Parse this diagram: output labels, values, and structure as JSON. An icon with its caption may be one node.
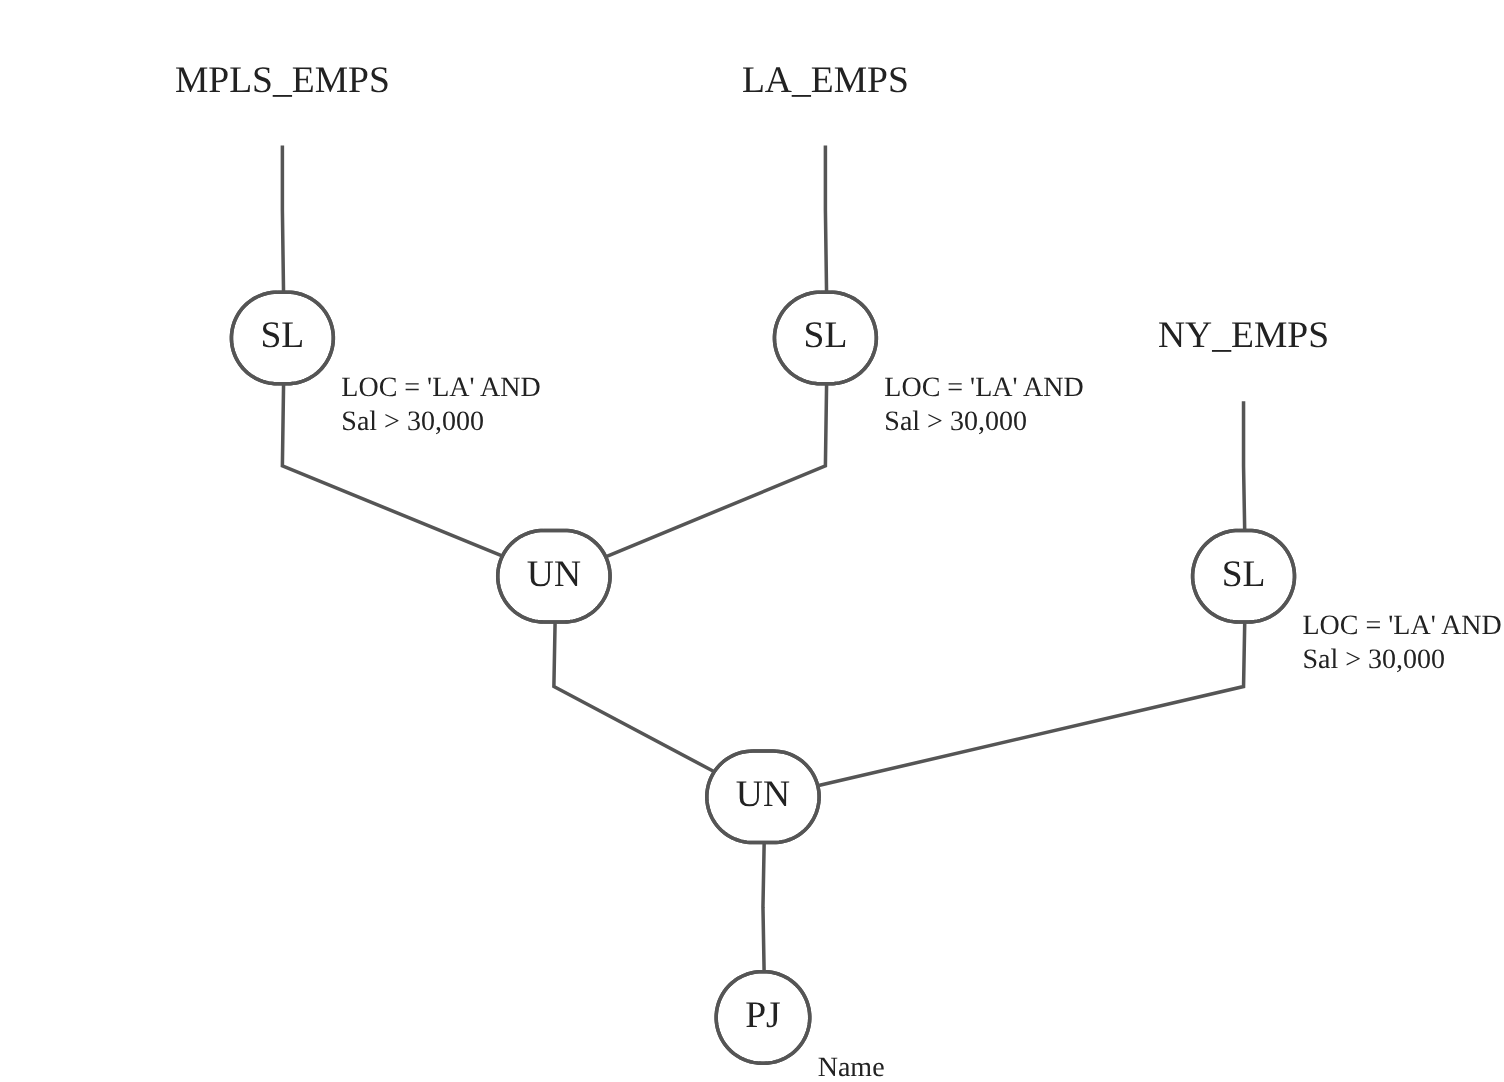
{
  "diagram": {
    "nodes": [
      {
        "text": [
          "MPLS_EMPS"
        ]
      },
      {
        "text": [
          "LA_EMPS"
        ]
      },
      {
        "text": [
          "NY_EMPS"
        ]
      },
      {
        "text": [
          "SL"
        ],
        "beside": [
          "LOC = 'LA' AND Sal > 30,000"
        ]
      },
      {
        "text": [
          "SL"
        ],
        "beside": [
          "LOC = 'LA' AND Sal > 30,000"
        ]
      },
      {
        "text": [
          "SL"
        ],
        "beside": [
          "LOC = 'LA' AND Sal > 30,000"
        ]
      },
      {
        "text": [
          "UN"
        ]
      },
      {
        "text": [
          "UN"
        ]
      },
      {
        "text": [
          "PJ"
        ],
        "beside": [
          "Name"
        ]
      }
    ],
    "edges": [
      {
        "from": 0,
        "to": 3,
        "arrow": "none"
      },
      {
        "from": 1,
        "to": 4,
        "arrow": "none"
      },
      {
        "from": 2,
        "to": 5,
        "arrow": "none"
      },
      {
        "from": 3,
        "to": 6,
        "arrow": "none"
      },
      {
        "from": 4,
        "to": 6,
        "arrow": "none"
      },
      {
        "from": 6,
        "to": 7,
        "arrow": "none"
      },
      {
        "from": 5,
        "to": 7,
        "arrow": "none"
      },
      {
        "from": 7,
        "to": 8,
        "arrow": "none"
      }
    ]
  }
}
